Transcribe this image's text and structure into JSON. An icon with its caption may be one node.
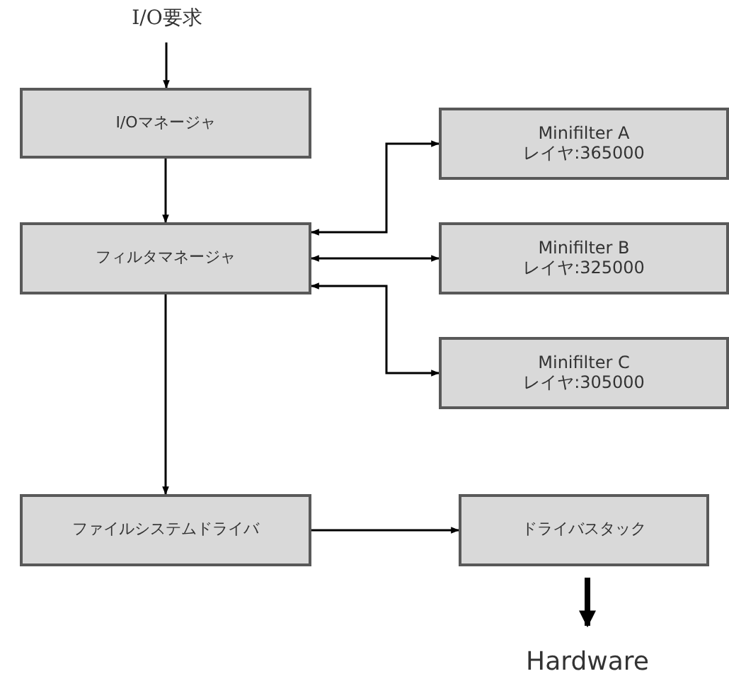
{
  "diagram": {
    "nodes": [
      {
        "text": [
          "I/O要求"
        ]
      },
      {
        "text": [
          "I/Oマネージャ"
        ]
      },
      {
        "text": [
          "フィルタマネージャ"
        ]
      },
      {
        "text": [
          "Minifilter A",
          "レイヤ:365000"
        ]
      },
      {
        "text": [
          "Minifilter B",
          "レイヤ:325000"
        ]
      },
      {
        "text": [
          "Minifilter C",
          "レイヤ:305000"
        ]
      },
      {
        "text": [
          "ファイルシステムドライバ"
        ]
      },
      {
        "text": [
          "ドライバスタック"
        ]
      },
      {
        "text": [
          "Hardware"
        ]
      }
    ],
    "edges": [
      {
        "from": 0,
        "to": 1,
        "arrow": "to"
      },
      {
        "from": 1,
        "to": 2,
        "arrow": "to"
      },
      {
        "from": 2,
        "to": 3,
        "arrow": "both"
      },
      {
        "from": 2,
        "to": 4,
        "arrow": "both"
      },
      {
        "from": 2,
        "to": 5,
        "arrow": "both"
      },
      {
        "from": 2,
        "to": 6,
        "arrow": "to"
      },
      {
        "from": 6,
        "to": 7,
        "arrow": "to"
      },
      {
        "from": 7,
        "to": 8,
        "arrow": "to",
        "style": "thick"
      }
    ]
  }
}
